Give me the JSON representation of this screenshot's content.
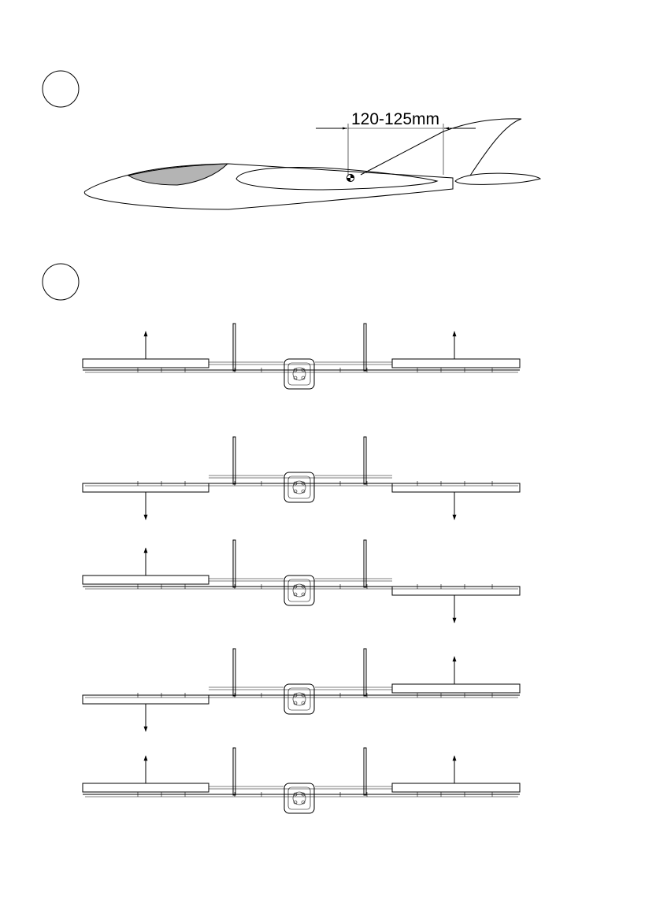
{
  "steps": [
    {
      "label": ""
    },
    {
      "label": ""
    }
  ],
  "cg_dimension": {
    "label": "120-125mm"
  },
  "elevon_configs": [
    {
      "left": "up",
      "right": "up"
    },
    {
      "left": "down",
      "right": "down"
    },
    {
      "left": "up",
      "right": "down"
    },
    {
      "left": "down",
      "right": "up"
    },
    {
      "left": "up",
      "right": "up"
    }
  ],
  "colors": {
    "line": "#000000",
    "canopy": "#b4b4b4",
    "background": "#ffffff"
  }
}
